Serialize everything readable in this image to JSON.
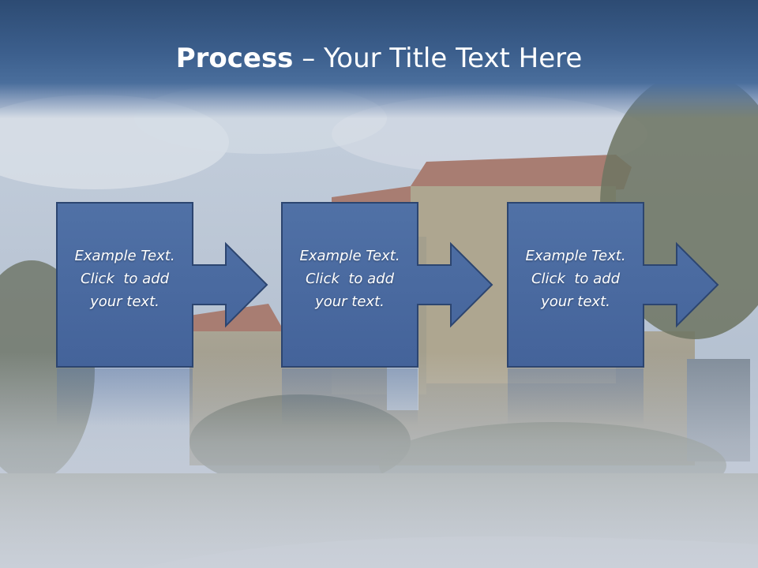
{
  "slide": {
    "title_bold": "Process",
    "title_rest": " – Your Title Text Here"
  },
  "steps": [
    {
      "line1": "Example Text.",
      "line2": "Click  to add",
      "line3": "your text."
    },
    {
      "line1": "Example Text.",
      "line2": "Click  to add",
      "line3": "your text."
    },
    {
      "line1": "Example Text.",
      "line2": "Click  to add",
      "line3": "your text."
    }
  ],
  "colors": {
    "title_bar": "#3c5f8d",
    "box_fill": "#4a6aa0",
    "box_stroke": "#2c4570",
    "text": "#ffffff"
  }
}
